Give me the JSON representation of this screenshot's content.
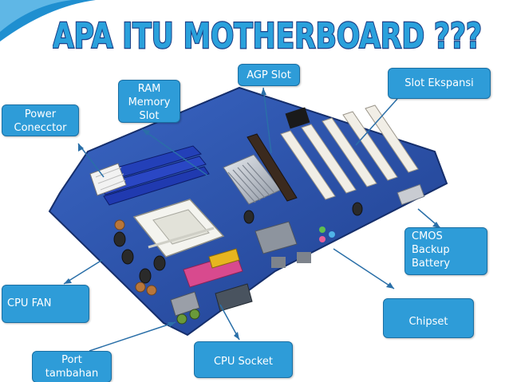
{
  "title": "APA ITU MOTHERBOARD ???",
  "colors": {
    "label_fill": "#2e9cd8",
    "label_border": "#1a6fa3",
    "title_fill": "#2aa1dc",
    "board": "#2b4c9e",
    "swoosh": "#1f8fd0"
  },
  "labels": {
    "ram": [
      "RAM",
      "Memory",
      "Slot"
    ],
    "power": [
      "Power",
      "Conecctor"
    ],
    "agp": "AGP Slot",
    "slot_ekspansi": "Slot Ekspansi",
    "cmos": [
      "CMOS",
      "Backup",
      "Battery"
    ],
    "chipset": "Chipset",
    "cpu_fan": "CPU FAN",
    "port": [
      "Port",
      "tambahan"
    ],
    "cpu_socket": "CPU Socket"
  }
}
